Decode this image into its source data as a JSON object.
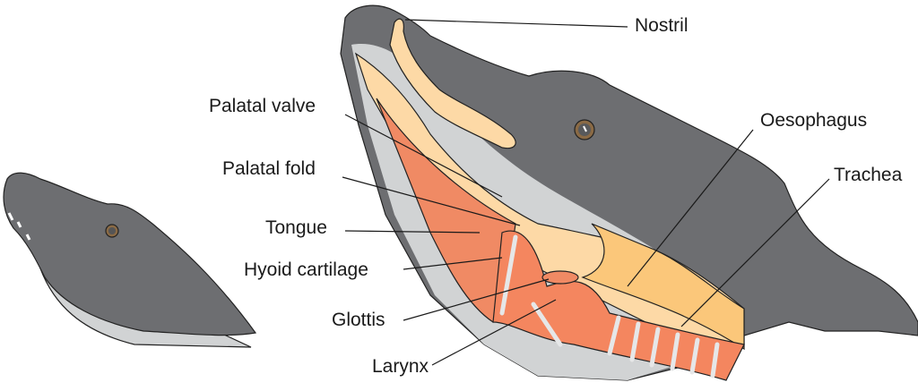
{
  "labels": {
    "nostril": "Nostril",
    "palatal_valve": "Palatal valve",
    "palatal_fold": "Palatal fold",
    "tongue": "Tongue",
    "hyoid_cartilage": "Hyoid cartilage",
    "glottis": "Glottis",
    "larynx": "Larynx",
    "oesophagus": "Oesophagus",
    "trachea": "Trachea"
  },
  "colors": {
    "skin": "#6d6e71",
    "skin_light": "#d1d3d4",
    "palate": "#fdd9a6",
    "oesophagus": "#fbc77a",
    "tongue": "#f08a64",
    "larynx": "#f4865f",
    "cartilage": "#e6e7e8"
  }
}
